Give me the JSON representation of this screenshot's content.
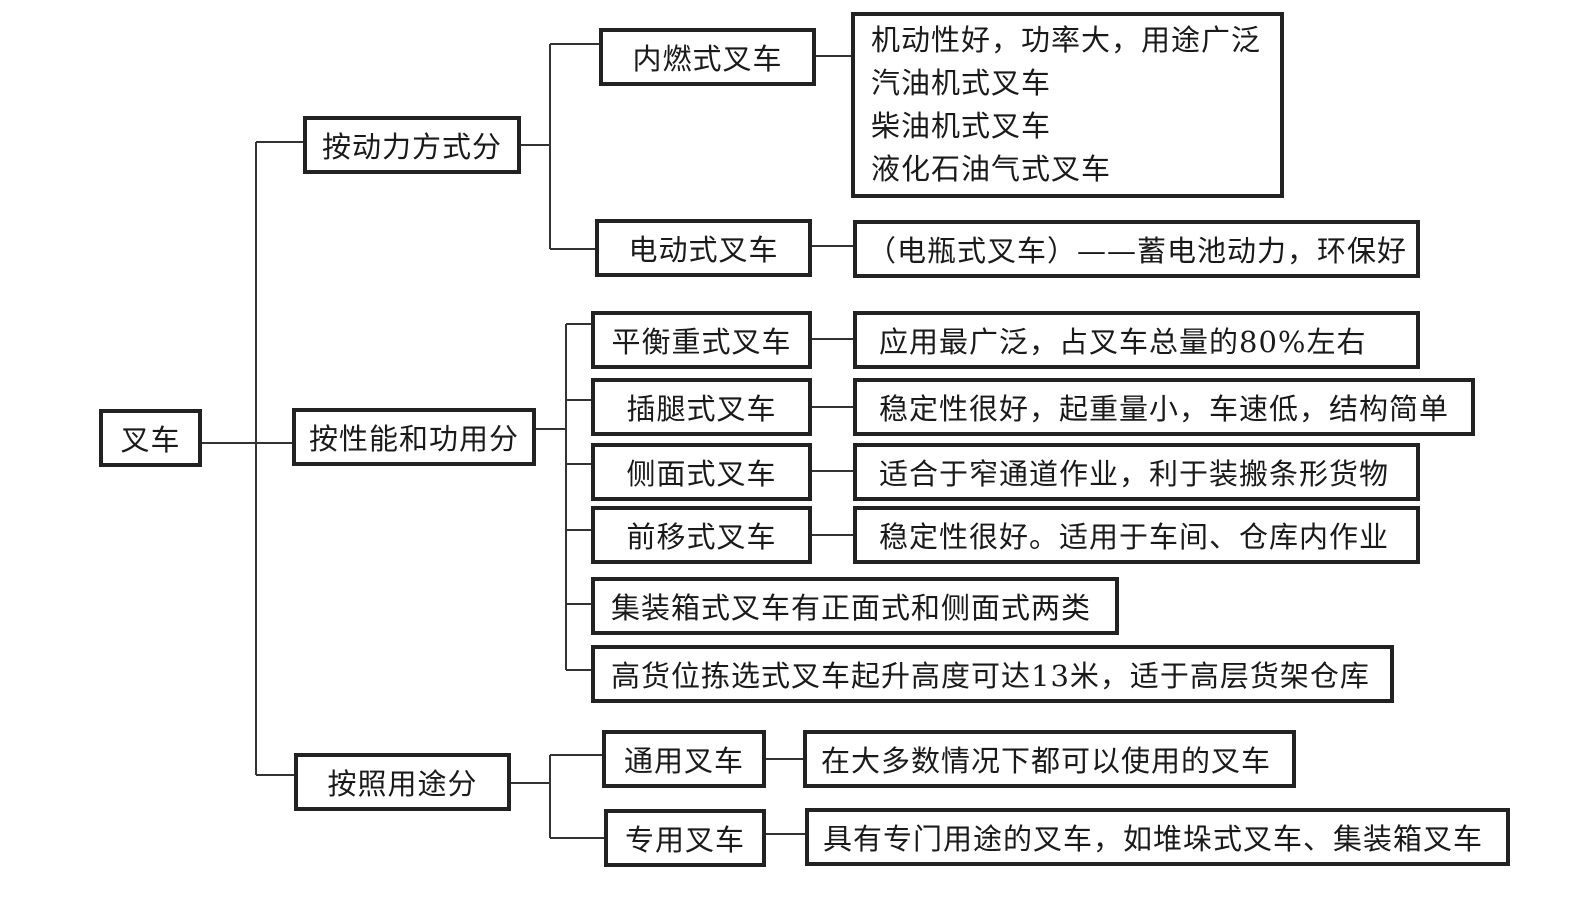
{
  "root": {
    "label": "叉车"
  },
  "categories": [
    {
      "label": "按动力方式分",
      "types": [
        {
          "label": "内燃式叉车",
          "details": [
            "机动性好，功率大，用途广泛",
            "汽油机式叉车",
            "柴油机式叉车",
            "液化石油气式叉车"
          ]
        },
        {
          "label": "电动式叉车",
          "details": [
            "（电瓶式叉车）——蓄电池动力，环保好"
          ]
        }
      ]
    },
    {
      "label": "按性能和功用分",
      "types": [
        {
          "label": "平衡重式叉车",
          "details": [
            "应用最广泛，占叉车总量的80%左右"
          ]
        },
        {
          "label": "插腿式叉车",
          "details": [
            "稳定性很好，起重量小，车速低，结构简单"
          ]
        },
        {
          "label": "侧面式叉车",
          "details": [
            "适合于窄通道作业，利于装搬条形货物"
          ]
        },
        {
          "label": "前移式叉车",
          "details": [
            "稳定性很好。适用于车间、仓库内作业"
          ]
        }
      ],
      "notes": [
        "集装箱式叉车有正面式和侧面式两类",
        "高货位拣选式叉车起升高度可达13米，适于高层货架仓库"
      ]
    },
    {
      "label": "按照用途分",
      "types": [
        {
          "label": "通用叉车",
          "details": [
            "在大多数情况下都可以使用的叉车"
          ]
        },
        {
          "label": "专用叉车",
          "details": [
            "具有专门用途的叉车，如堆垛式叉车、集装箱叉车"
          ]
        }
      ]
    }
  ]
}
